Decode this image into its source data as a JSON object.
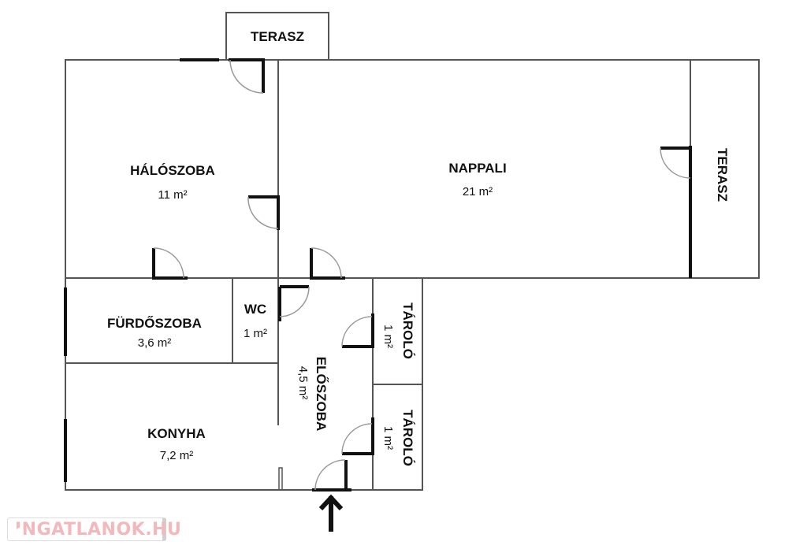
{
  "rooms": {
    "terasz_top": {
      "name": "TERASZ"
    },
    "terasz_right": {
      "name": "TERASZ"
    },
    "haloszoba": {
      "name": "HÁLÓSZOBA",
      "area": "11 m²"
    },
    "nappali": {
      "name": "NAPPALI",
      "area": "21 m²"
    },
    "furdoszoba": {
      "name": "FÜRDŐSZOBA",
      "area": "3,6 m²"
    },
    "wc": {
      "name": "WC",
      "area": "1 m²"
    },
    "eloszoba": {
      "name": "ELŐSZOBA",
      "area": "4,5 m²"
    },
    "tarolo1": {
      "name": "TÁROLÓ",
      "area": "1 m²"
    },
    "tarolo2": {
      "name": "TÁROLÓ",
      "area": "1 m²"
    },
    "konyha": {
      "name": "KONYHA",
      "area": "7,2 m²"
    }
  },
  "watermark": {
    "text": "INGATLANOK.HU"
  }
}
